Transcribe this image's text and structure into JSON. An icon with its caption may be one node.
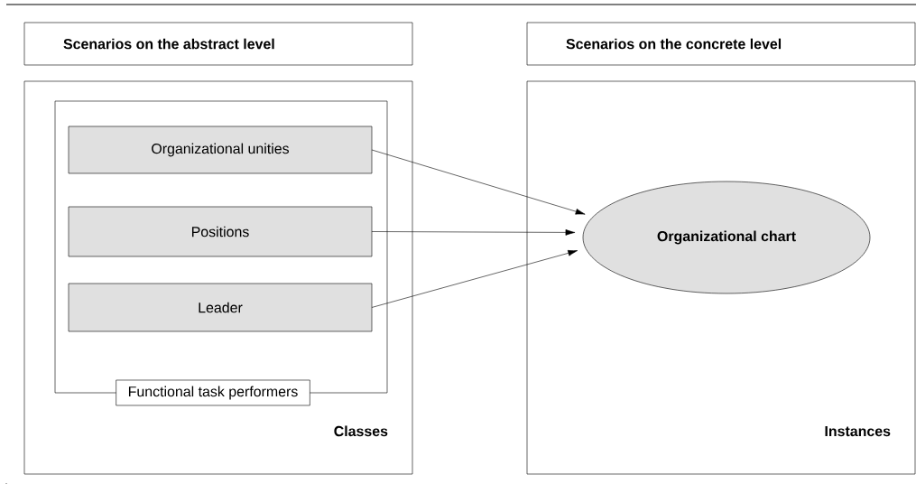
{
  "diagram": {
    "nodes": [
      {
        "text": [
          "Scenarios on the abstract level"
        ]
      },
      {
        "text": [
          "Scenarios on the concrete level"
        ]
      },
      {
        "text": [
          "Classes"
        ]
      },
      {
        "text": [
          "Functional task performers"
        ],
        "in": 2
      },
      {
        "text": [
          "Organizational unities"
        ],
        "in": 3
      },
      {
        "text": [
          "Positions"
        ],
        "in": 3
      },
      {
        "text": [
          "Leader"
        ],
        "in": 3
      },
      {
        "text": [
          "Instances"
        ]
      },
      {
        "text": [
          "Organizational chart"
        ],
        "in": 7
      }
    ],
    "edges": [
      {
        "from": 4,
        "to": 8,
        "arrow": "to"
      },
      {
        "from": 5,
        "to": 8,
        "arrow": "to"
      },
      {
        "from": 6,
        "to": 8,
        "arrow": "to"
      }
    ]
  }
}
